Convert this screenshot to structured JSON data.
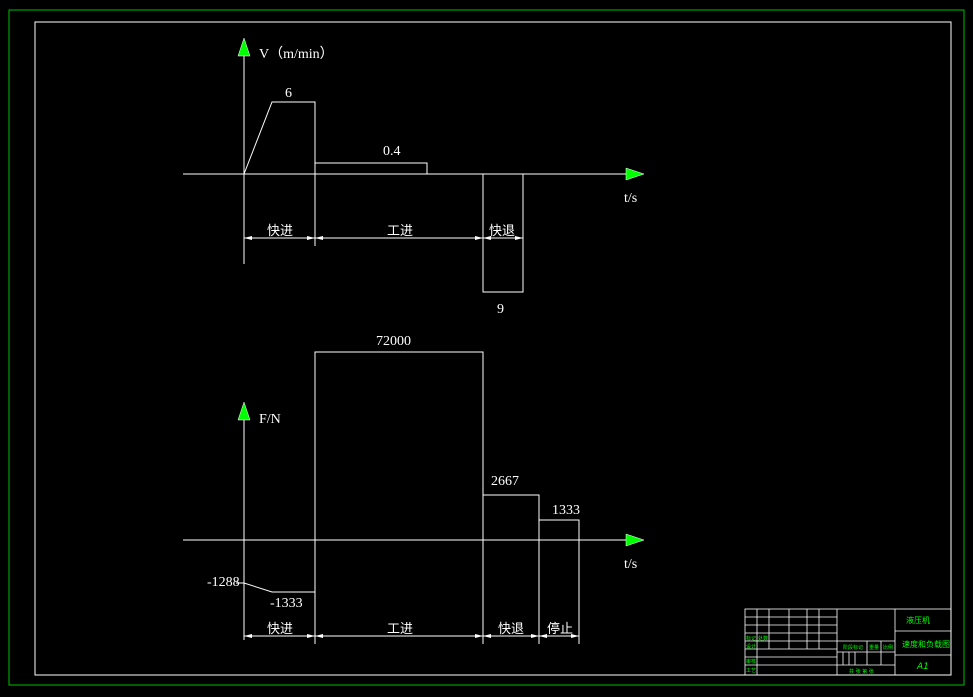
{
  "velocity_chart": {
    "y_axis_label": "V（m/min）",
    "x_axis_label": "t/s",
    "values": {
      "fast_forward": "6",
      "work_feed": "0.4",
      "fast_return": "9"
    },
    "phases": {
      "fast_forward": "快进",
      "work_feed": "工进",
      "fast_return": "快退"
    }
  },
  "force_chart": {
    "y_axis_label": "F/N",
    "x_axis_label": "t/s",
    "values": {
      "start": "-1288",
      "fast_forward": "-1333",
      "work_feed": "72000",
      "fast_return": "2667",
      "stop": "1333"
    },
    "phases": {
      "fast_forward": "快进",
      "work_feed": "工进",
      "fast_return": "快退",
      "stop": "停止"
    }
  },
  "title_block": {
    "title1": "液压机",
    "title2": "速度和负载图",
    "sheet_size": "A1",
    "small_label_1": "标记",
    "small_label_2": "处数",
    "small_label_3": "设计",
    "small_label_4": "审核",
    "small_label_5": "工艺",
    "small_label_6": "阶段标记",
    "small_label_7": "重量",
    "small_label_8": "比例",
    "small_label_9": "共 张 第 张"
  },
  "colors": {
    "background": "#000000",
    "frame": "#00ff00",
    "lines": "#ffffff",
    "arrowheads": "#00ff00",
    "title_text": "#00ff00"
  }
}
